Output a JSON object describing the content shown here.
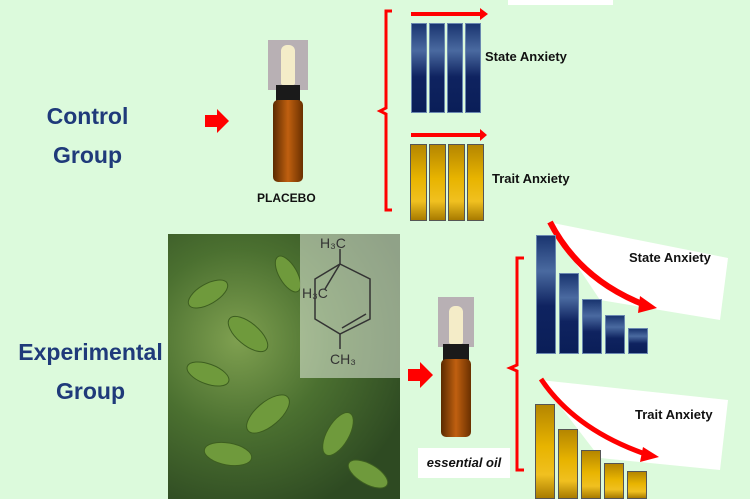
{
  "control": {
    "title_line1": "Control",
    "title_line2": "Group",
    "bottle_label": "PLACEBO",
    "state_label": "State Anxiety",
    "trait_label": "Trait Anxiety",
    "state_levels": [
      1,
      1,
      1,
      1
    ],
    "trait_levels": [
      1,
      1,
      1,
      1
    ]
  },
  "experimental": {
    "title_line1": "Experimental",
    "title_line2": "Group",
    "bottle_label": "essential oil",
    "state_label": "State Anxiety",
    "trait_label": "Trait Anxiety",
    "state_levels": [
      1.0,
      0.68,
      0.46,
      0.33,
      0.22
    ],
    "trait_levels": [
      1.0,
      0.74,
      0.52,
      0.38,
      0.29
    ]
  },
  "colors": {
    "arrow": "#ff0000",
    "state_bar": "#0f2360",
    "trait_bar": "#d9a800",
    "group_title": "#1f3a7a",
    "background": "#dcfadc"
  }
}
